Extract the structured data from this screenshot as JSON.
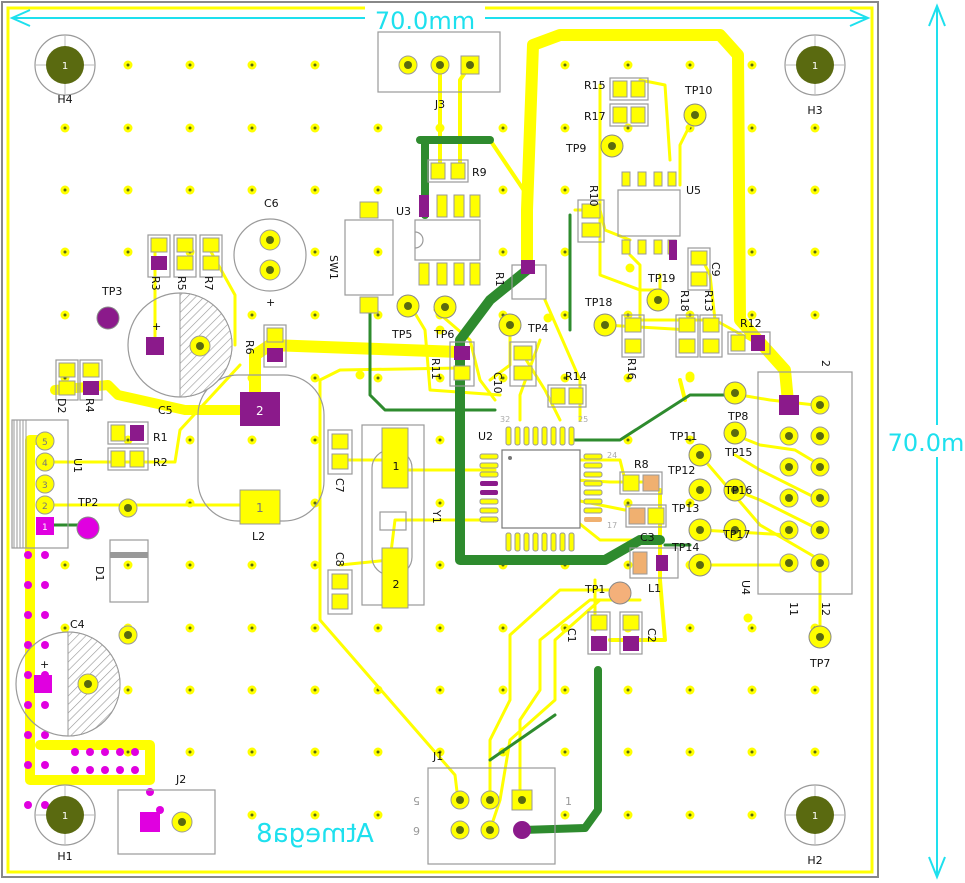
{
  "dimensions": {
    "width_label": "70.0mm",
    "height_label": "70.0m"
  },
  "silk_text": "Atmega8",
  "mount_holes": [
    {
      "name": "H4",
      "num": "1"
    },
    {
      "name": "H3",
      "num": "1"
    },
    {
      "name": "H1",
      "num": "1"
    },
    {
      "name": "H2",
      "num": "1"
    }
  ],
  "components": {
    "J1": "J1",
    "J2": "J2",
    "J3": "J3",
    "U1": "U1",
    "U2": "U2",
    "U3": "U3",
    "U4": "U4",
    "U5": "U5",
    "C1": "C1",
    "C2": "C2",
    "C3": "C3",
    "C4": "C4",
    "C5": "C5",
    "C6": "C6",
    "C7": "C7",
    "C8": "C8",
    "C9": "C9",
    "C10": "C10",
    "R1": "R1",
    "R2": "R2",
    "R3": "R3",
    "R4": "R4",
    "R5": "R5",
    "R6": "R6",
    "R7": "R7",
    "R8": "R8",
    "R9": "R9",
    "R10": "R10",
    "R11": "R11",
    "R12": "R12",
    "R13": "R13",
    "R14": "R14",
    "R15": "R15",
    "R16": "R16",
    "R17": "R17",
    "R18": "R18",
    "D1": "D1",
    "D2": "D2",
    "L1": "L1",
    "L2": "L2",
    "Y1": "Y1",
    "SW1": "SW1",
    "TP1": "TP1",
    "TP2": "TP2",
    "TP3": "TP3",
    "TP4": "TP4",
    "TP5": "TP5",
    "TP6": "TP6",
    "TP7": "TP7",
    "TP8": "TP8",
    "TP9": "TP9",
    "TP10": "TP10",
    "TP11": "TP11",
    "TP12": "TP12",
    "TP13": "TP13",
    "TP14": "TP14",
    "TP15": "TP15",
    "TP16": "TP16",
    "TP17": "TP17",
    "TP18": "TP18",
    "TP19": "TP19"
  },
  "pin_labels": {
    "u1": [
      "5",
      "4",
      "3",
      "2",
      "1"
    ],
    "u2": [
      "32",
      "25",
      "24",
      "17"
    ],
    "u4": [
      "2",
      "11",
      "12"
    ],
    "j1": [
      "5",
      "6",
      "1"
    ],
    "l2": "2",
    "l2b": "1",
    "y1a": "1",
    "y1b": "2",
    "plus": "+"
  },
  "colors": {
    "trace": "#ffff00",
    "ground": "#2e8b2e",
    "pad_magenta": "#e000e0",
    "pad_purple": "#8b1a8b",
    "dimension": "#1ee0ee"
  }
}
